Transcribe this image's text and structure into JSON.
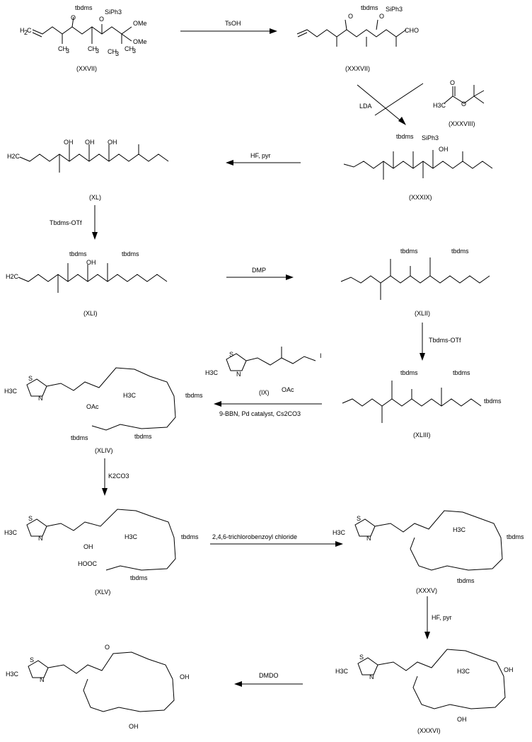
{
  "compounds": [
    {
      "id": "XXVII",
      "label": "(XXVII)",
      "atoms": [
        "tbdms",
        "SiPh3",
        "OMe",
        "OMe",
        "CH3",
        "CH3"
      ]
    },
    {
      "id": "XXXVII",
      "label": "(XXXVII)",
      "atoms": [
        "tbdms",
        "SiPh3",
        "CHO"
      ]
    },
    {
      "id": "XXXVIII",
      "label": "(XXXVIII)",
      "atoms": [
        "H3C"
      ]
    },
    {
      "id": "XXXIX",
      "label": "(XXXIX)",
      "atoms": [
        "tbdms",
        "SiPh3",
        "OH"
      ]
    },
    {
      "id": "XL",
      "label": "(XL)",
      "atoms": [
        "H2C",
        "OH",
        "OH",
        "OH"
      ]
    },
    {
      "id": "XLI",
      "label": "(XLI)",
      "atoms": [
        "H2C",
        "tbdms",
        "OH",
        "tbdms"
      ]
    },
    {
      "id": "XLII",
      "label": "(XLII)",
      "atoms": [
        "tbdms",
        "tbdms"
      ]
    },
    {
      "id": "XLIII",
      "label": "(XLIII)",
      "atoms": [
        "tbdms",
        "tbdms",
        "tbdms"
      ]
    },
    {
      "id": "IX",
      "label": "(IX)",
      "atoms": [
        "S",
        "N",
        "H3C",
        "I",
        "OAc"
      ]
    },
    {
      "id": "XLIV",
      "label": "(XLIV)",
      "atoms": [
        "S",
        "N",
        "H3C",
        "OAc",
        "tbdms",
        "tbdms",
        "tbdms",
        "H3C"
      ]
    },
    {
      "id": "XLV",
      "label": "(XLV)",
      "atoms": [
        "S",
        "N",
        "H3C",
        "OH",
        "HOOC",
        "tbdms",
        "tbdms",
        "H3C"
      ]
    },
    {
      "id": "XXXV",
      "label": "(XXXV)",
      "atoms": [
        "S",
        "N",
        "H3C",
        "tbdms",
        "tbdms",
        "H3C"
      ]
    },
    {
      "id": "XXXVI",
      "label": "(XXXVI)",
      "atoms": [
        "S",
        "N",
        "H3C",
        "OH",
        "OH",
        "H3C"
      ]
    },
    {
      "id": "final",
      "label": "",
      "atoms": [
        "S",
        "N",
        "H3C",
        "O",
        "OH",
        "OH"
      ]
    }
  ],
  "reagents": {
    "tsoh": "TsOH",
    "lda": "LDA",
    "hf_pyr_1": "HF, pyr",
    "tbdmsotf_1": "Tbdms-OTf",
    "dmp": "DMP",
    "tbdmsotf_2": "Tbdms-OTf",
    "suzuki": "9-BBN, Pd catalyst, Cs2CO3",
    "k2co3": "K2CO3",
    "yamaguchi": "2,4,6-trichlorobenzoyl chloride",
    "hf_pyr_2": "HF, pyr",
    "dmdo": "DMDO"
  }
}
